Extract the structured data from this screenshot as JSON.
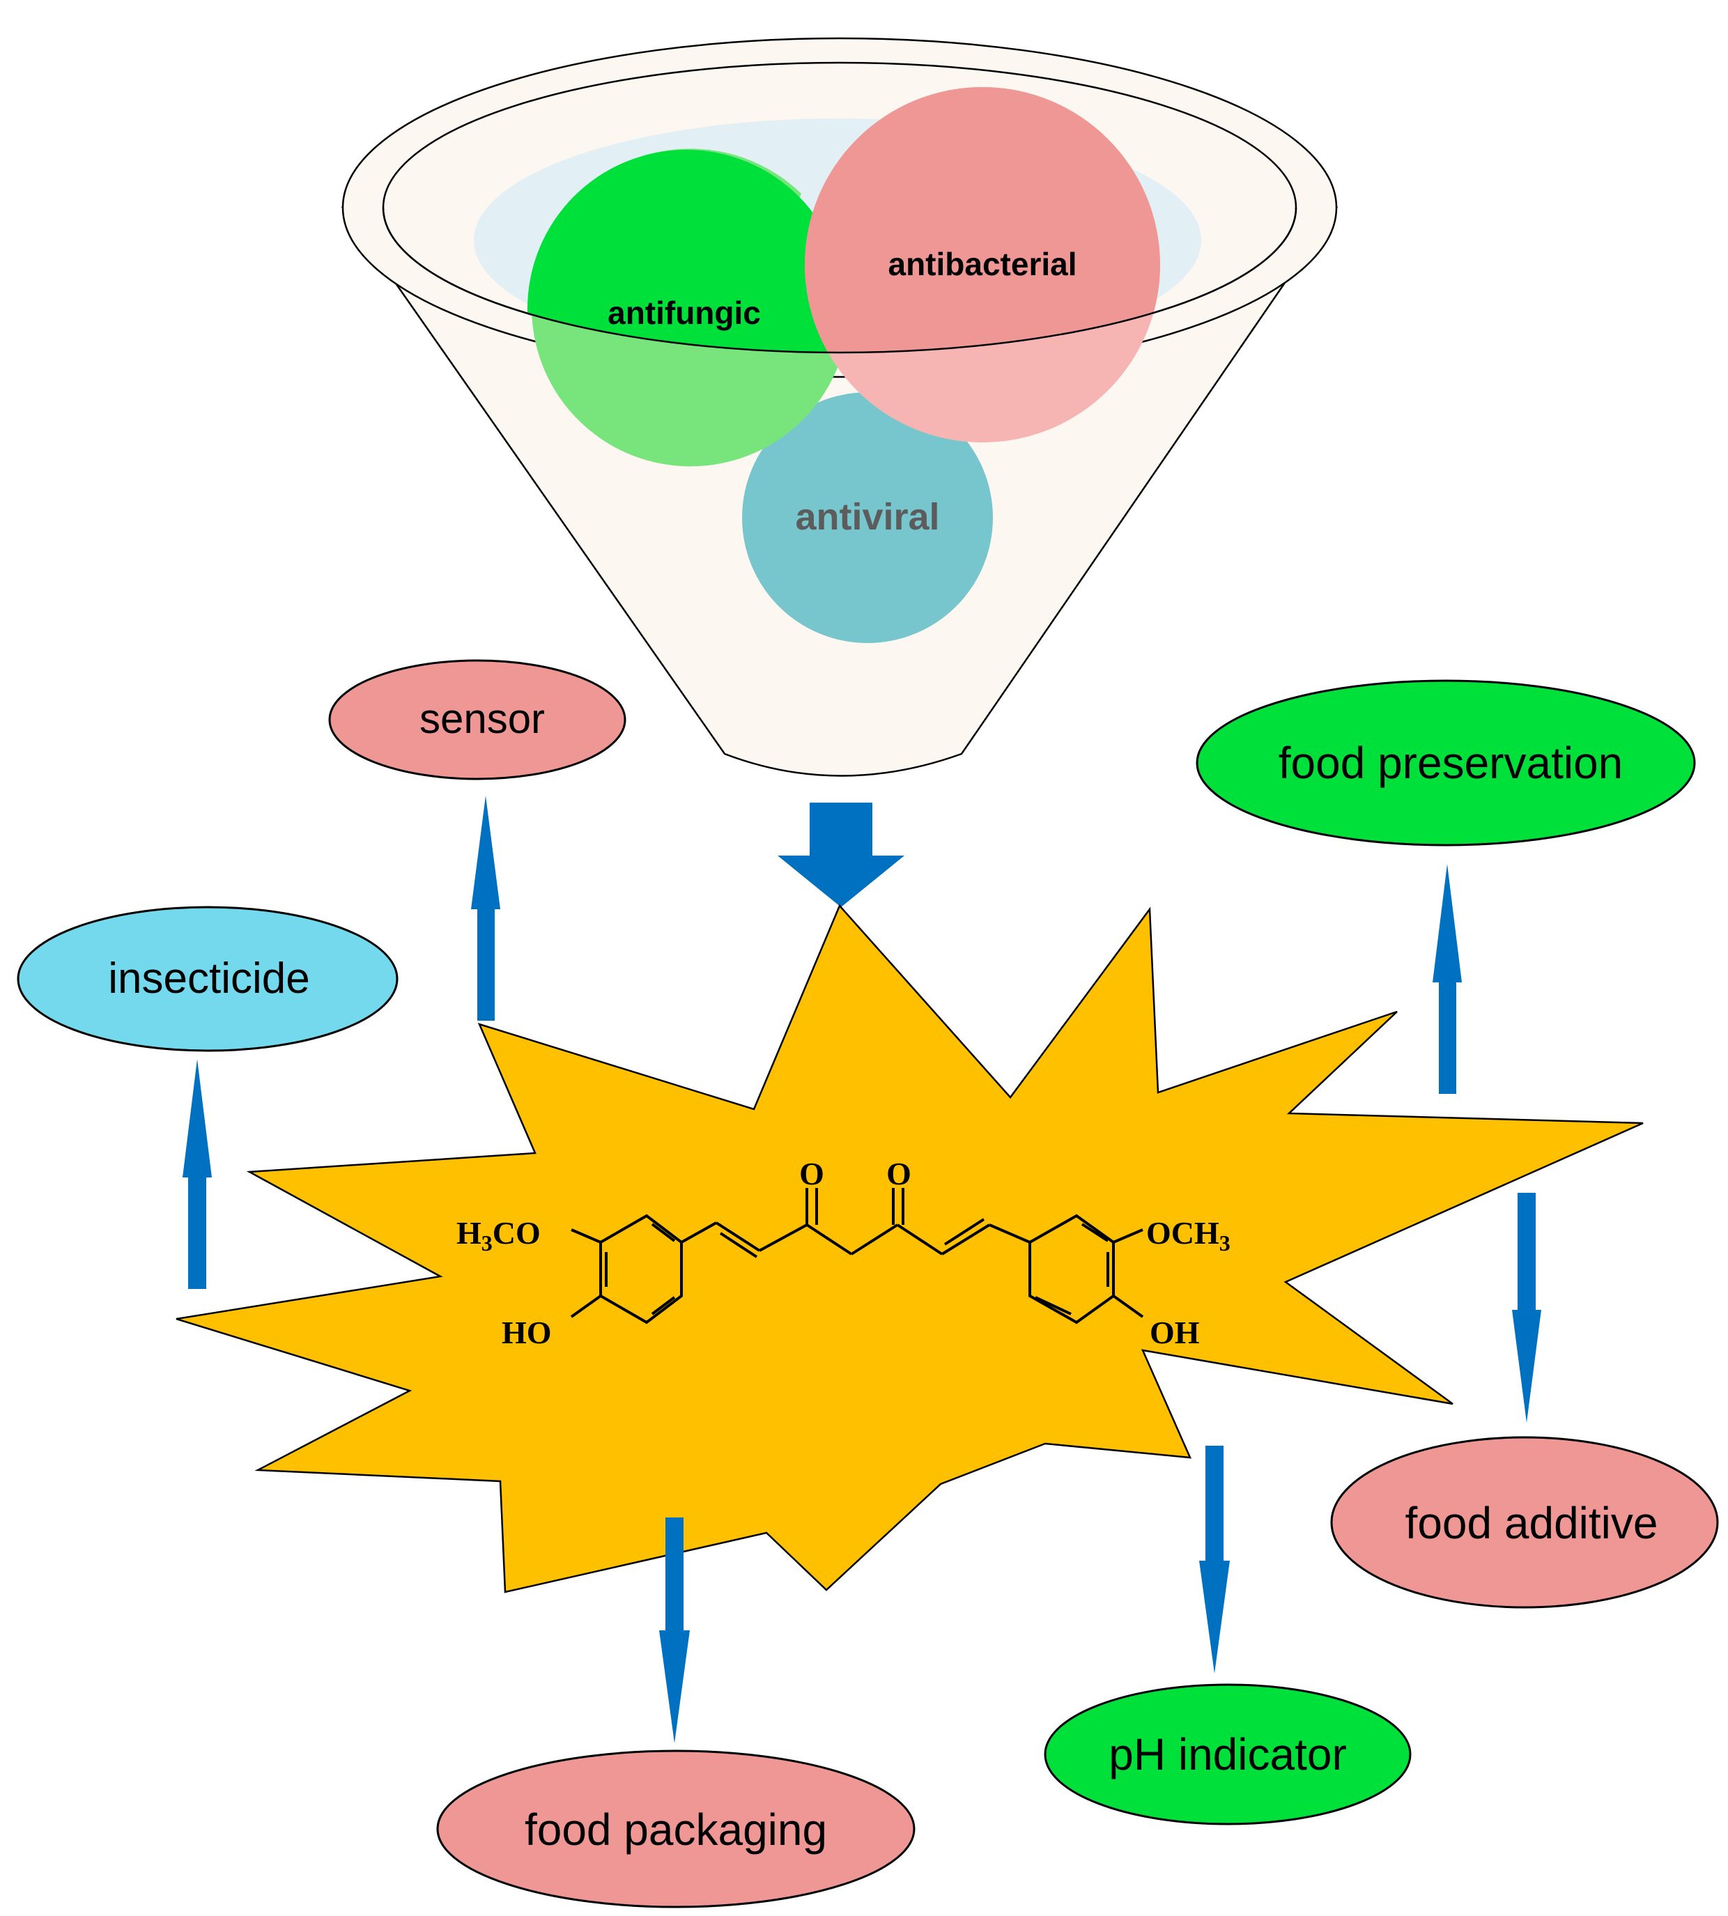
{
  "funnel": {
    "antifungic": "antifungic",
    "antibacterial": "antibacterial",
    "antiviral": "antiviral"
  },
  "applications": {
    "sensor": "sensor",
    "insecticide": "insecticide",
    "food_preservation": "food preservation",
    "food_additive": "food additive",
    "food_packaging": "food packaging",
    "ph_indicator": "pH indicator"
  },
  "molecule": {
    "h3co_h": "H",
    "h3co_sub": "3",
    "h3co_co": "CO",
    "ho": "HO",
    "o_left": "O",
    "o_right": "O",
    "och3_och": "OCH",
    "och3_sub": "3",
    "oh": "OH"
  },
  "colors": {
    "green": "#00e03a",
    "pink": "#ef9794",
    "teal": "#78c6cd",
    "cyan": "#74d9ec",
    "star": "#ffc000",
    "arrow": "#0070c0",
    "funnel": "#fdf7f2"
  }
}
